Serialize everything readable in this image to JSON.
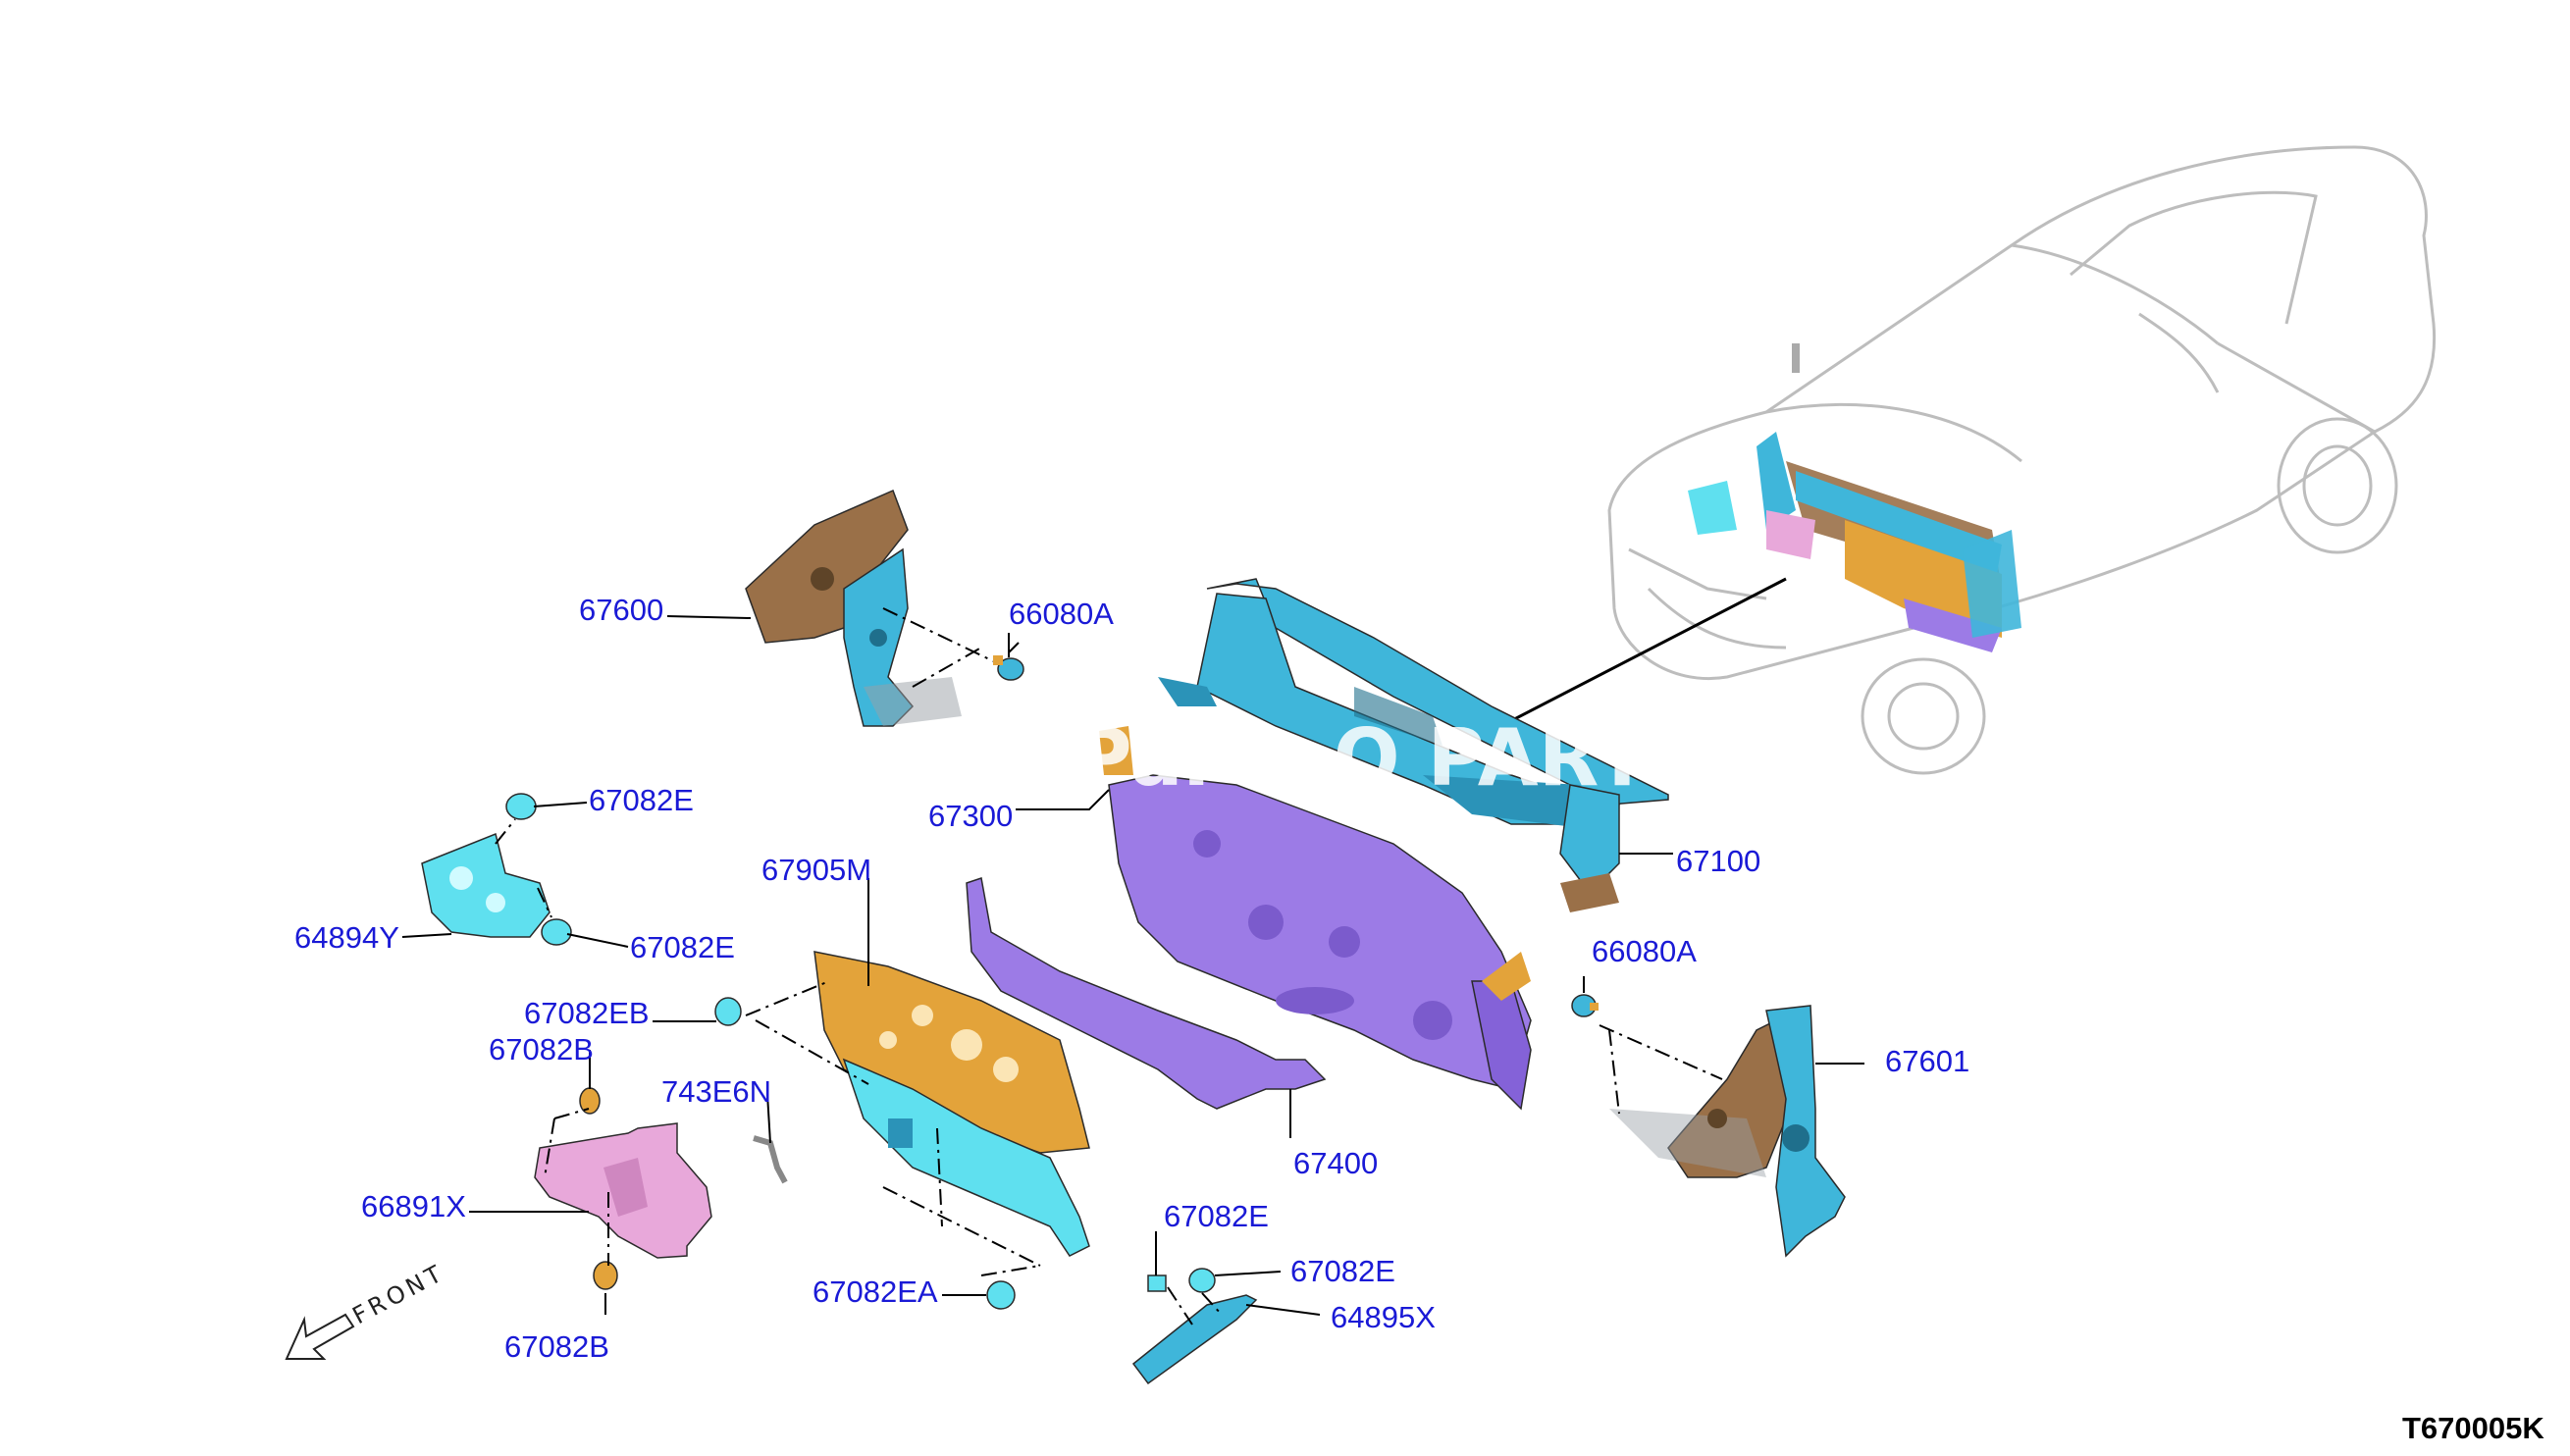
{
  "colors": {
    "label": "#1a1ad6",
    "blue": "#3fb6da",
    "cyan": "#5fe0ef",
    "brown": "#9a7048",
    "orange": "#e3a33a",
    "purple": "#9c7be6",
    "pink": "#e8a8da",
    "car": "#c9c9c9"
  },
  "labels": {
    "p67600": "67600",
    "p66080a_top": "66080A",
    "p67082e_1": "67082E",
    "p64894y": "64894Y",
    "p67082e_2": "67082E",
    "p67300": "67300",
    "p67905m": "67905M",
    "p67100": "67100",
    "p66080a_right": "66080A",
    "p67082eb": "67082EB",
    "p67082b_top": "67082B",
    "p743e6n": "743E6N",
    "p66891x": "66891X",
    "p67400": "67400",
    "p67601": "67601",
    "p67082e_3": "67082E",
    "p67082e_4": "67082E",
    "p67082ea": "67082EA",
    "p64895x": "64895X",
    "p67082b_bottom": "67082B"
  },
  "front_text": "FRONT",
  "watermark_text": "Parts O      PARTS",
  "diagram_code": "T670005K"
}
